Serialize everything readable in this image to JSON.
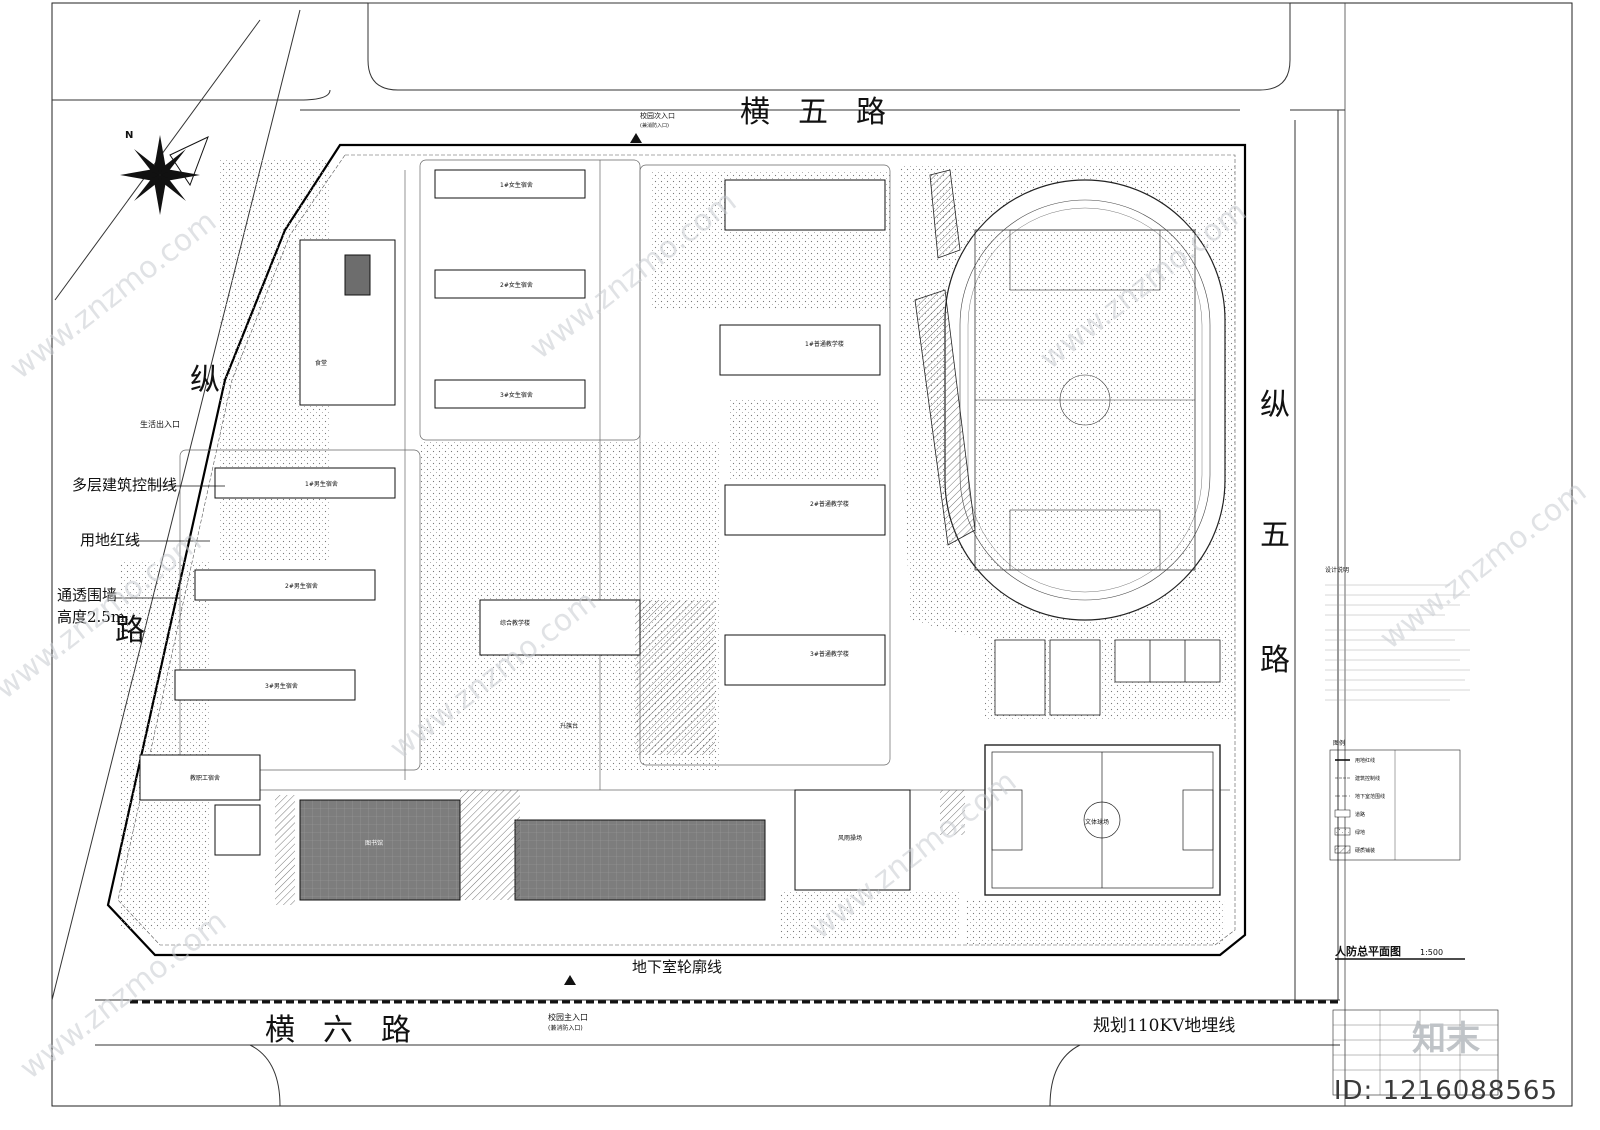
{
  "roads": {
    "north": "横五路",
    "south": "横六路",
    "east": [
      "纵",
      "五",
      "路"
    ],
    "west_top": "纵",
    "west_bottom": "路"
  },
  "annotations": {
    "setback_line": "多层建筑控制线",
    "property_line": "用地红线",
    "fence_label": "通透围墙",
    "fence_height": "高度2.5m",
    "basement_outline": "地下室轮廓线",
    "power_line": "规划110KV地埋线",
    "secondary_entrance": "校园次入口",
    "secondary_entrance_note": "(兼消防入口)",
    "main_entrance": "校园主入口",
    "main_entrance_note": "(兼消防入口)",
    "service_entrance": "生活出入口"
  },
  "buildings": {
    "canteen": "食堂",
    "girls_dorm_1": "1#女生宿舍",
    "girls_dorm_2": "2#女生宿舍",
    "girls_dorm_3": "3#女生宿舍",
    "boys_dorm_1": "1#男生宿舍",
    "boys_dorm_2": "2#男生宿舍",
    "boys_dorm_3": "3#男生宿舍",
    "teaching_1": "1#普通教学楼",
    "teaching_2": "2#普通教学楼",
    "teaching_3": "3#普通教学楼",
    "complex_teaching": "综合教学楼",
    "library": "图书馆",
    "rain_court": "风雨操场",
    "gym": "文体球场",
    "staff_dorm": "教职工宿舍",
    "stage": "升旗台"
  },
  "legend": {
    "title": "图例",
    "items": [
      "用地红线",
      "建筑控制线",
      "地下室范围线",
      "道路",
      "绿地",
      "硬质铺装"
    ]
  },
  "title_block": {
    "title": "人防总平面图",
    "scale": "1:500"
  },
  "notes_title": "设计说明",
  "watermark": {
    "site": "www.znzmo.com",
    "id": "ID: 1216088565",
    "logo": "知末"
  }
}
